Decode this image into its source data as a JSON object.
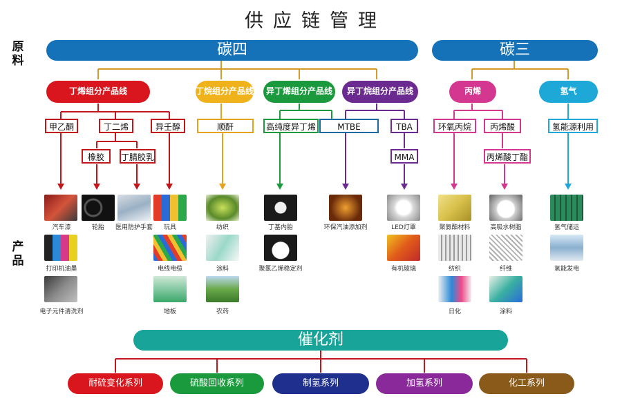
{
  "title": "供应链管理",
  "labels": {
    "raw": "原料",
    "products": "产品"
  },
  "c4": "碳四",
  "c3": "碳三",
  "lines": {
    "butene": "丁烯组分产品线",
    "butane": "丁烷组分产品线",
    "isobutylene": "异丁烯组分产品线",
    "isobutane": "异丁烷组分产品线",
    "propylene": "丙烯",
    "hydrogen": "氢气"
  },
  "intermediates": {
    "mek": "甲乙酮",
    "butadiene": "丁二烯",
    "isooctanol": "异壬醇",
    "maleic": "顺酐",
    "hp_isobutylene": "高纯度异丁烯",
    "mtbe": "MTBE",
    "tba": "TBA",
    "rubber": "橡胶",
    "nbr_latex": "丁腈胶乳",
    "mma": "MMA",
    "propylene_oxide": "环氧丙烷",
    "acrylic_acid": "丙烯酸",
    "butyl_acrylate": "丙烯酸丁酯",
    "h2_use": "氢能源利用"
  },
  "products": {
    "car_paint": "汽车漆",
    "tire": "轮胎",
    "gloves": "医用防护手套",
    "toys": "玩具",
    "printer_ink": "打印机油墨",
    "cable": "电线电缆",
    "electronic_cleaner": "电子元件清洗剂",
    "floor": "地板",
    "fibers": "纺织",
    "coating": "涂料",
    "agriculture": "农药",
    "butyl_tube": "丁基内胎",
    "pvc_stabilizer": "聚氯乙烯稳定剂",
    "fuel_additive": "环保汽油添加剂",
    "led": "LED灯罩",
    "plexi": "有机玻璃",
    "polyurethane": "聚氨酯材料",
    "spinning": "纺织",
    "daily": "日化",
    "absorbent": "高吸水树脂",
    "fiber2": "纤维",
    "coating2": "涂料",
    "h2_cylinder": "氢气储运",
    "h2_energy": "氢能发电"
  },
  "catalyst": "催化剂",
  "series": [
    "耐硫变化系列",
    "硫酸回收系列",
    "制氢系列",
    "加氢系列",
    "化工系列"
  ],
  "colors": {
    "blue_bar": "#1672b8",
    "teal": "#19a49a",
    "red": "#d9161d",
    "yellow": "#f0b21b",
    "green": "#1a9a3c",
    "purple": "#6b2a8f",
    "pink": "#d4378f",
    "cyan": "#1ea8d8",
    "navy": "#1e2f8e",
    "violet": "#8a2a9a",
    "brown": "#8a5a1a"
  }
}
